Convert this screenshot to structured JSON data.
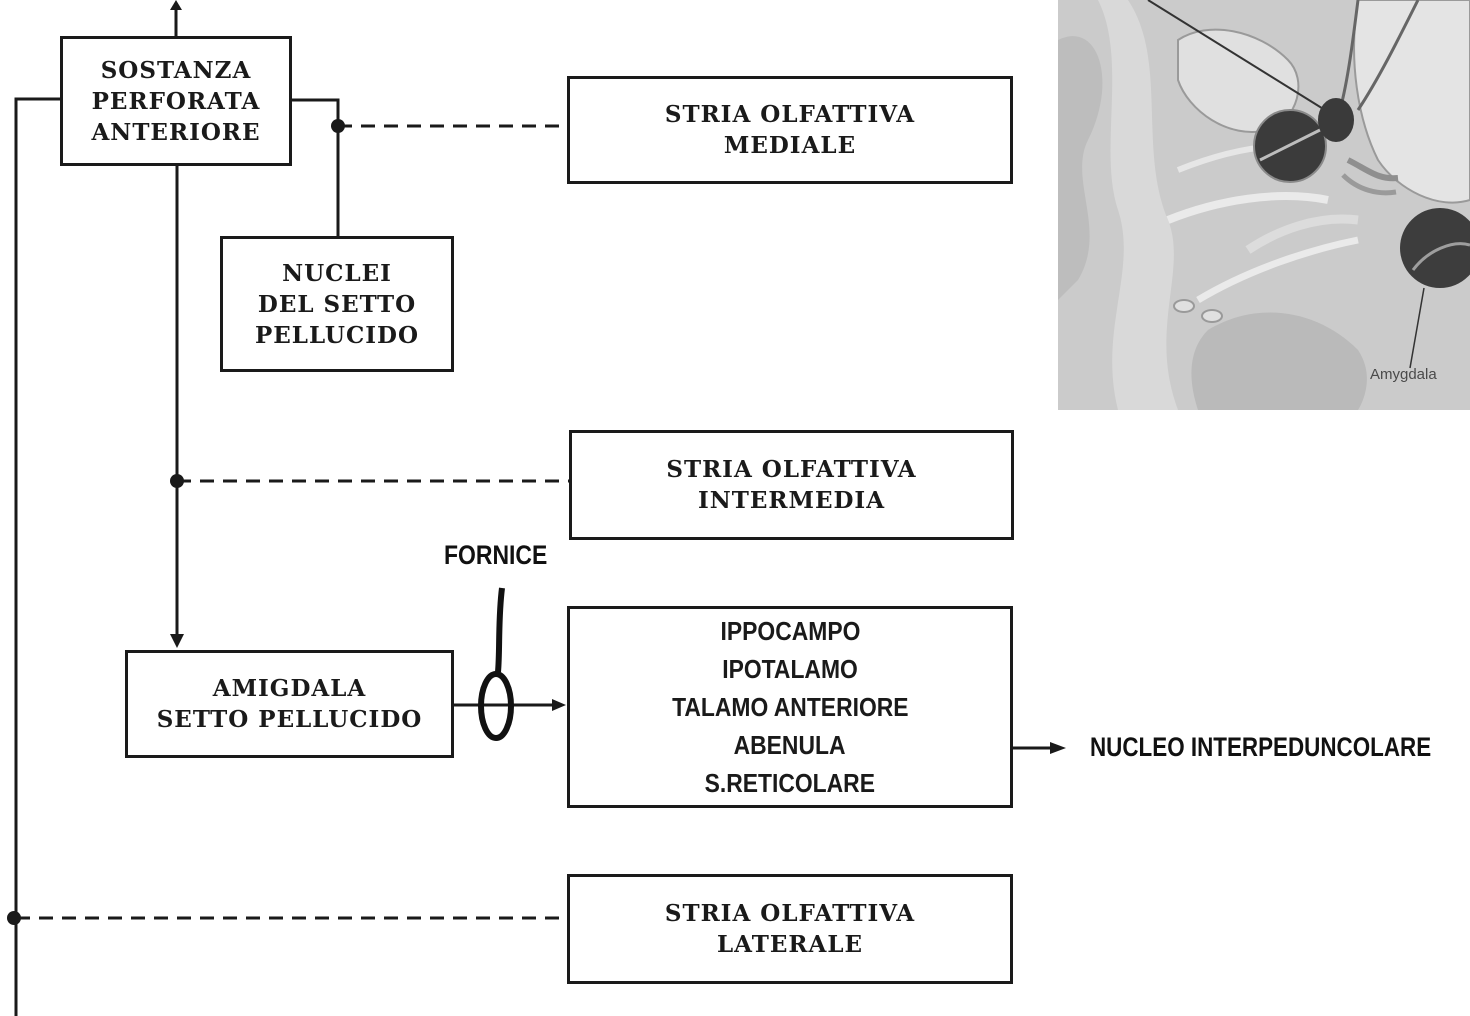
{
  "boxes": {
    "sostanza": [
      "SOSTANZA",
      "PERFORATA",
      "ANTERIORE"
    ],
    "nuclei": [
      "NUCLEI",
      "DEL SETTO",
      "PELLUCIDO"
    ],
    "stria_mediale": [
      "STRIA OLFATTIVA",
      "MEDIALE"
    ],
    "stria_intermedia": [
      "STRIA OLFATTIVA",
      "INTERMEDIA"
    ],
    "amigdala": [
      "AMIGDALA",
      "SETTO PELLUCIDO"
    ],
    "targets": [
      "IPPOCAMPO",
      "IPOTALAMO",
      "TALAMO ANTERIORE",
      "ABENULA",
      "S.RETICOLARE"
    ],
    "stria_laterale": [
      "STRIA OLFATTIVA",
      "LATERALE"
    ]
  },
  "labels": {
    "fornice": "FORNICE",
    "nucleo": "NUCLEO INTERPEDUNCOLARE"
  },
  "illustration": {
    "caption": "Amygdala"
  }
}
